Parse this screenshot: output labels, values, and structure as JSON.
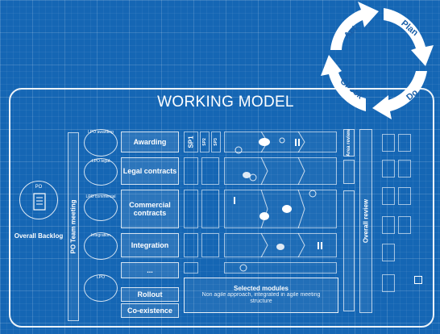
{
  "cycle": {
    "labels": [
      "Act",
      "Plan",
      "Do",
      "Check"
    ]
  },
  "title": "WORKING MODEL",
  "po": {
    "label": "PO",
    "backlog": "Overall Backlog"
  },
  "meeting": "PO Team meeting",
  "pills": [
    "LPO awarding",
    "LPO legal",
    "LPO commercial",
    "Integration",
    "LPO"
  ],
  "modules": [
    {
      "label": "Awarding"
    },
    {
      "label": "Legal contracts"
    },
    {
      "label": "Commercial contracts"
    },
    {
      "label": "Integration"
    },
    {
      "label": "..."
    },
    {
      "label": "Rollout"
    },
    {
      "label": "Co-existence"
    }
  ],
  "sp_labels": [
    "SP1",
    "SP2",
    "SP3"
  ],
  "area_review": "Area review",
  "overall_review": "Overall review",
  "selected": {
    "title": "Selected modules",
    "desc": "Non agile approach, integrated in agile meeting structure"
  },
  "colors": {
    "background": "#1566b4",
    "line": "#ffffff",
    "cycle_text": "#1a5fa8"
  }
}
